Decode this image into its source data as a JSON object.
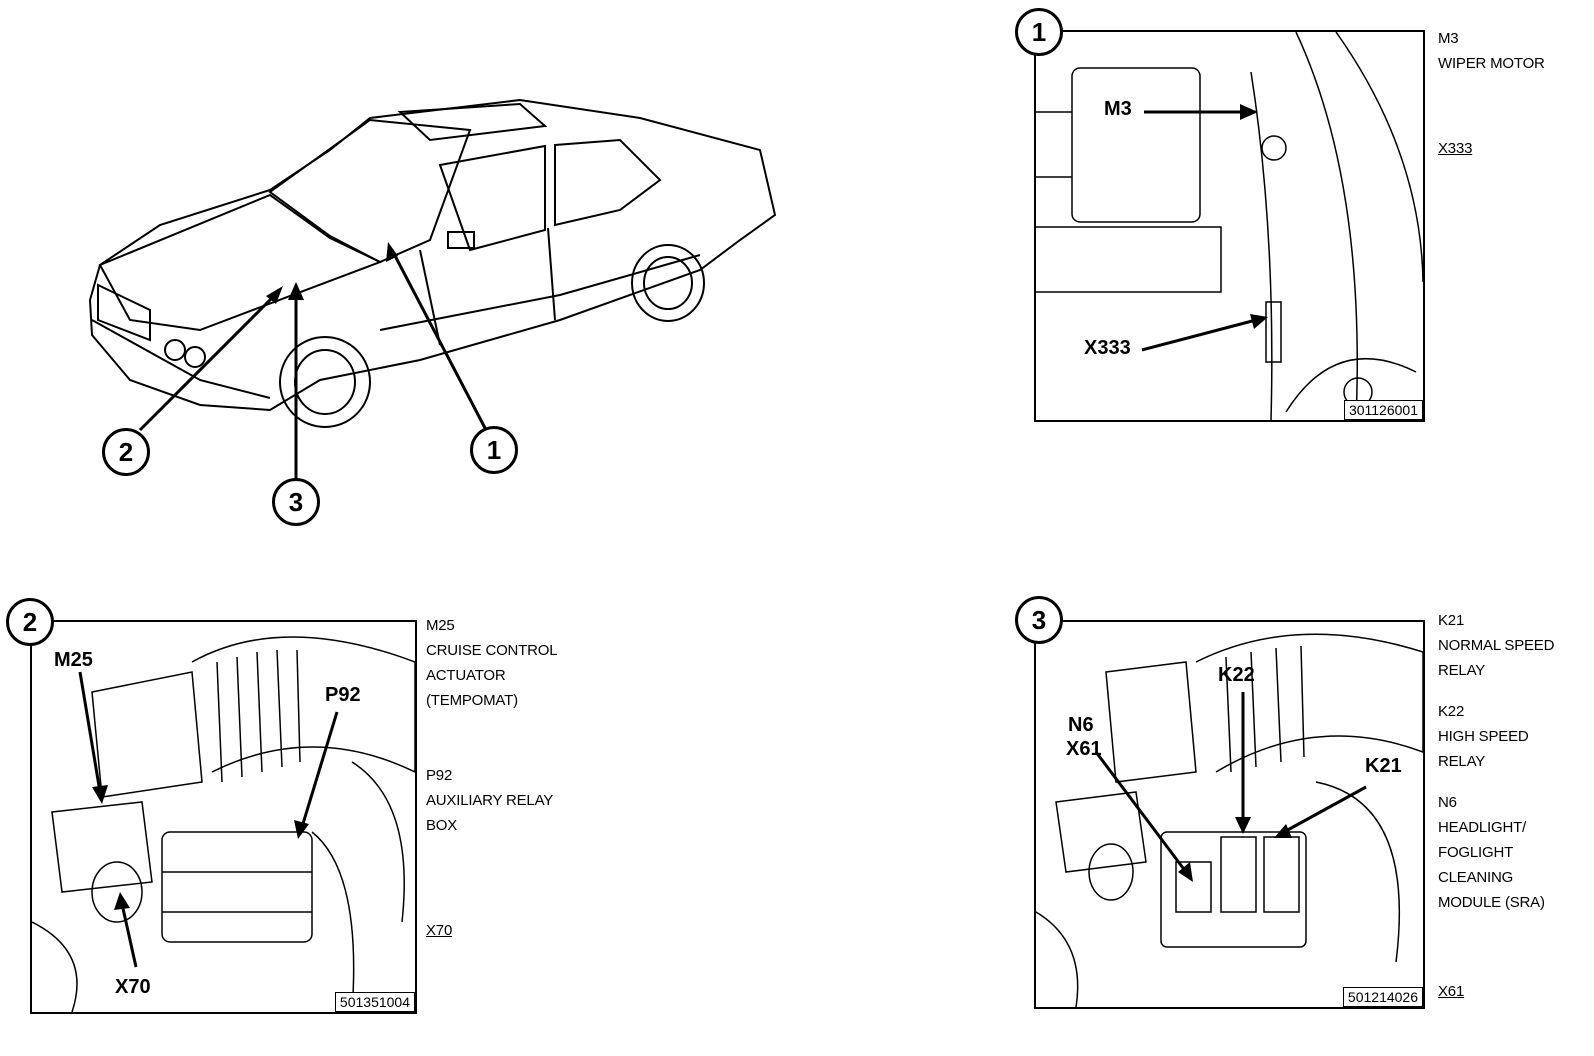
{
  "car_view": {
    "markers": [
      "1",
      "2",
      "3"
    ]
  },
  "panel1": {
    "number": "1",
    "code": "301126001",
    "callouts": [
      "M3",
      "X333"
    ],
    "legend": [
      {
        "id": "M3",
        "lines": [
          "WIPER MOTOR"
        ]
      },
      {
        "id": "X333",
        "lines": [],
        "underline": true
      }
    ]
  },
  "panel2": {
    "number": "2",
    "code": "501351004",
    "callouts": [
      "M25",
      "P92",
      "X70"
    ],
    "legend": [
      {
        "id": "M25",
        "lines": [
          "CRUISE CONTROL",
          "ACTUATOR",
          "(TEMPOMAT)"
        ]
      },
      {
        "id": "P92",
        "lines": [
          "AUXILIARY RELAY",
          "BOX"
        ]
      },
      {
        "id": "X70",
        "lines": [],
        "underline": true
      }
    ]
  },
  "panel3": {
    "number": "3",
    "code": "501214026",
    "callouts": [
      "K22",
      "N6",
      "X61",
      "K21"
    ],
    "legend": [
      {
        "id": "K21",
        "lines": [
          "NORMAL SPEED",
          "RELAY"
        ]
      },
      {
        "id": "K22",
        "lines": [
          "HIGH SPEED",
          "RELAY"
        ]
      },
      {
        "id": "N6",
        "lines": [
          "HEADLIGHT/",
          "FOGLIGHT",
          "CLEANING",
          "MODULE (SRA)"
        ]
      },
      {
        "id": "X61",
        "lines": [],
        "underline": true
      }
    ]
  }
}
